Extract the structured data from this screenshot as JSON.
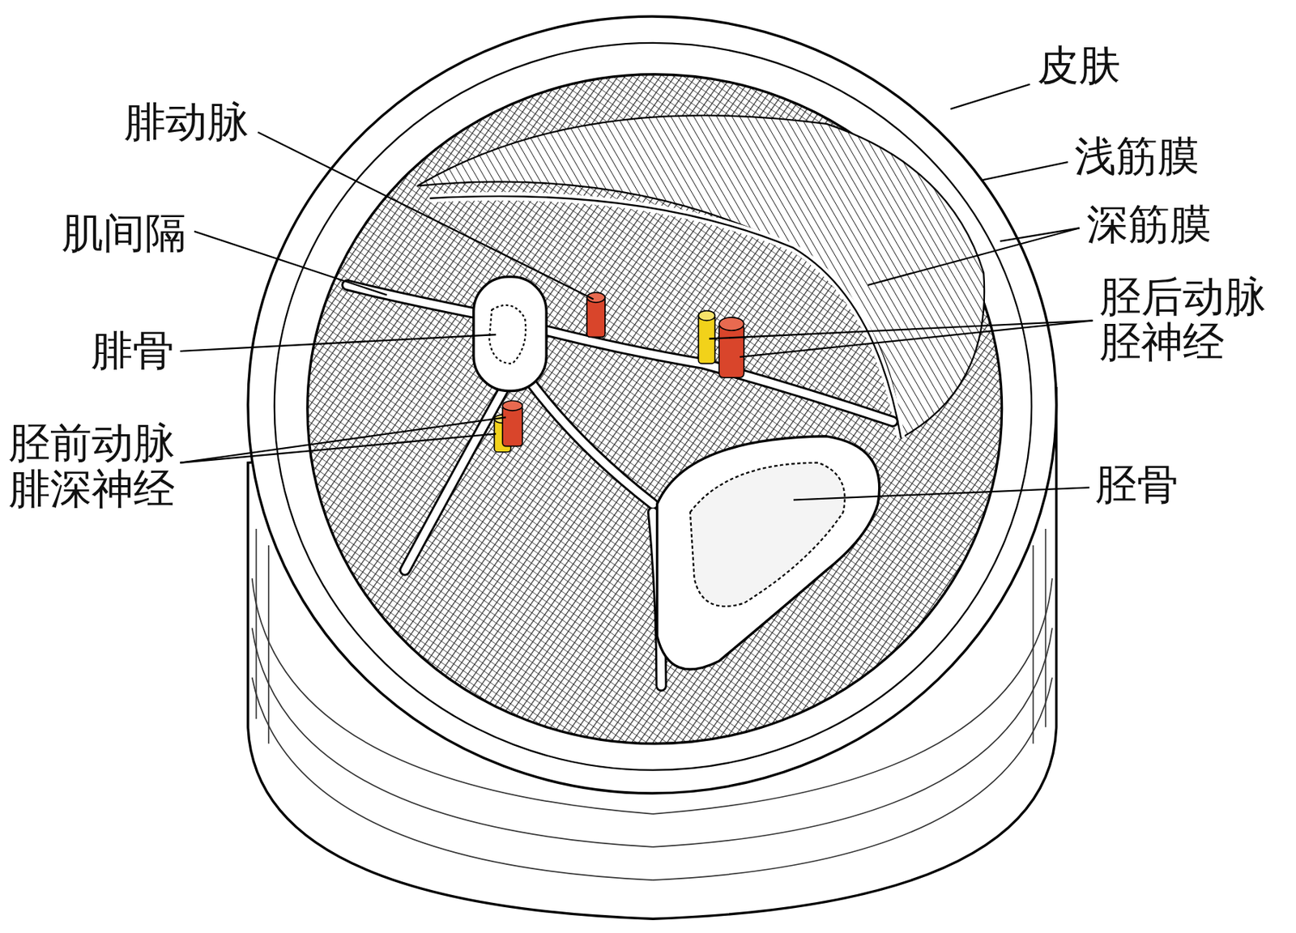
{
  "diagram": {
    "labels": [
      "皮肤",
      "腓动脉",
      "浅筋膜",
      "肌间隔",
      "深筋膜",
      "胫后动脉",
      "胫神经",
      "腓骨",
      "胫前动脉",
      "腓深神经",
      "胫骨"
    ]
  }
}
